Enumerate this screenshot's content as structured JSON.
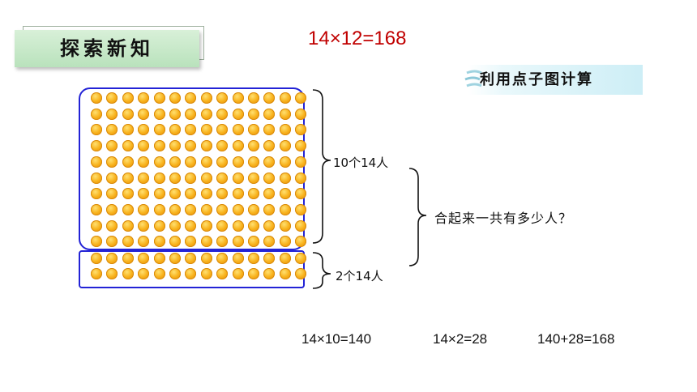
{
  "section_title": "探索新知",
  "equation": "14×12=168",
  "method_label": "利用点子图计算",
  "dot_grid": {
    "columns": 14,
    "top_rows": 10,
    "bottom_rows": 2
  },
  "labels": {
    "top_group": "10个14人",
    "bottom_group": "2个14人",
    "question": "合起来一共有多少人？"
  },
  "calculations": [
    "14×10=140",
    "14×2=28",
    "140+28=168"
  ],
  "colors": {
    "equation": "#c00000",
    "frame": "#2323d6",
    "dot": "#f8b21c",
    "badge": "#c6e8c8"
  }
}
